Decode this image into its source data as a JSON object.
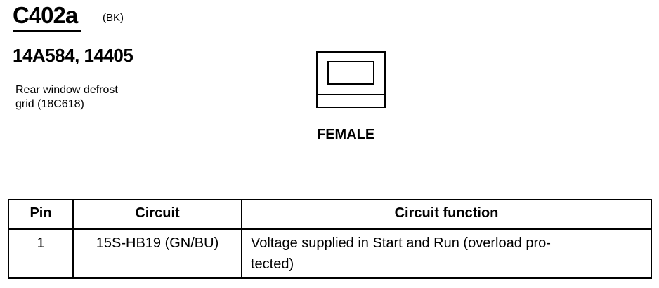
{
  "connector": {
    "id": "C402a",
    "color": "(BK)",
    "part_numbers": "14A584, 14405",
    "description_line1": "Rear window defrost",
    "description_line2": "grid (18C618)",
    "gender": "FEMALE"
  },
  "table": {
    "headers": {
      "pin": "Pin",
      "circuit": "Circuit",
      "function": "Circuit function"
    },
    "rows": [
      {
        "pin": "1",
        "circuit": "15S-HB19 (GN/BU)",
        "function_line1": "Voltage supplied in Start and Run (overload pro-",
        "function_line2": "tected)"
      }
    ]
  }
}
